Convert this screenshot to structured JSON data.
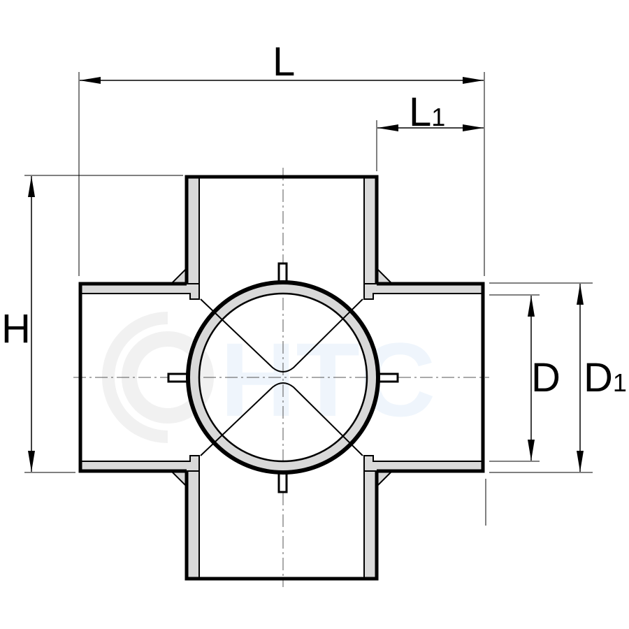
{
  "watermark": "HTC",
  "dimensions": {
    "L": "L",
    "L1_main": "L",
    "L1_sub": "1",
    "H": "H",
    "D": "D",
    "D1_main": "D",
    "D1_sub": "1"
  },
  "colors": {
    "wall_fill": "#d9d9d9",
    "stroke": "#000000",
    "watermark": "#eef5fc"
  }
}
